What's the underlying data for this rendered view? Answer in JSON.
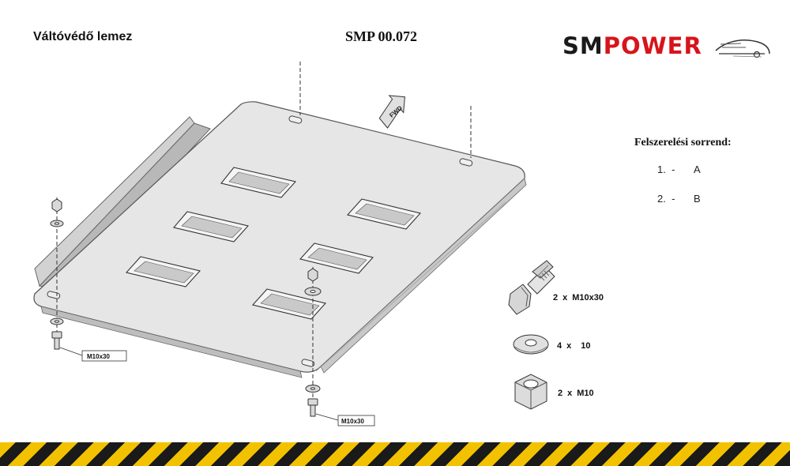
{
  "header": {
    "title": "Váltóvédő lemez",
    "part_code": "SMP 00.072"
  },
  "logo": {
    "part1": "SM",
    "part2": "POWER",
    "colors": {
      "primary": "#1a1a1a",
      "accent": "#d8141b"
    }
  },
  "assembly_order": {
    "title": "Felszerelési sorrend:",
    "steps": [
      {
        "number": "1.",
        "dash": "-",
        "label": "A"
      },
      {
        "number": "2.",
        "dash": "-",
        "label": "B"
      }
    ]
  },
  "drawing": {
    "fwd_label": "FWD",
    "callouts": [
      "M10x30",
      "M10x30"
    ]
  },
  "hardware": [
    {
      "name": "bolt",
      "quantity": "2",
      "x": "x",
      "spec": "M10x30"
    },
    {
      "name": "washer",
      "quantity": "4",
      "x": "x",
      "spec": "10"
    },
    {
      "name": "nut",
      "quantity": "2",
      "x": "x",
      "spec": "M10"
    }
  ],
  "colors": {
    "hazard_yellow": "#f2c200",
    "hazard_black": "#1a1a1a",
    "plate_fill": "#e6e6e6"
  }
}
